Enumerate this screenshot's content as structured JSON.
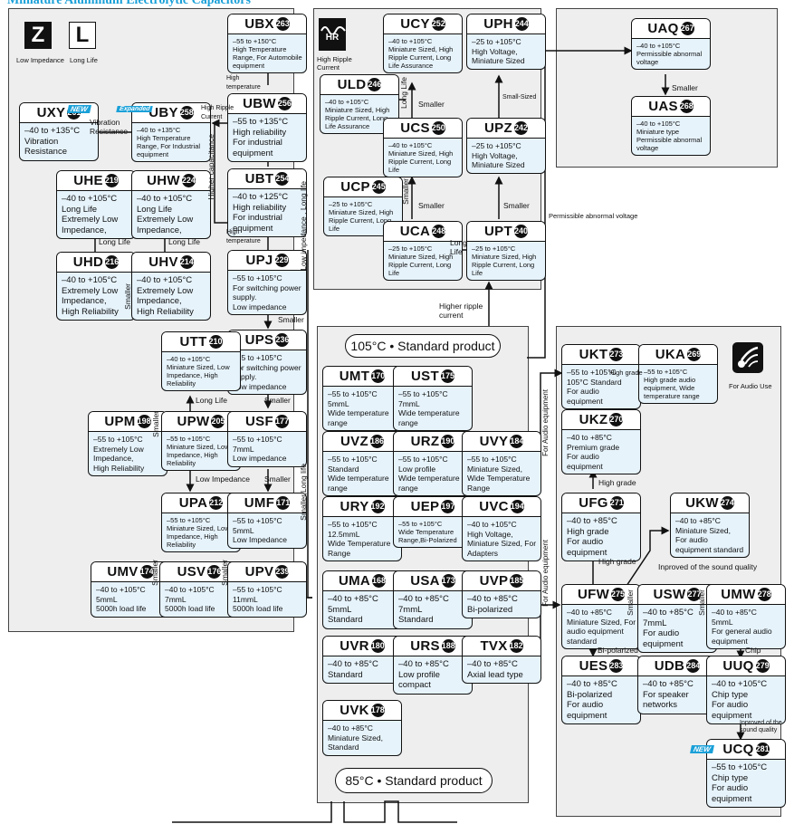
{
  "title": "Miniature Aluminum Electrolytic Capacitors",
  "icons": {
    "low_impedance": {
      "glyph": "Z",
      "caption": "Low Impedance"
    },
    "long_life": {
      "glyph": "L",
      "caption": "Long Life"
    },
    "high_ripple": {
      "glyph": "HR",
      "caption": "High Ripple\nCurrent"
    },
    "audio": {
      "caption": "For Audio Use"
    }
  },
  "pills": {
    "s105": "105°C • Standard product",
    "s85": "85°C • Standard product"
  },
  "badges": {
    "new": "NEW",
    "expanded": "Expanded"
  },
  "nodes": [
    {
      "id": "UBX",
      "name": "UBX",
      "page": "263",
      "text": "–55 to +150°C\nHigh Temperature Range, For Automobile equipment",
      "size": "sm"
    },
    {
      "id": "UBW",
      "name": "UBW",
      "page": "256",
      "text": "–55 to +135°C\nHigh reliability\nFor industrial equipment"
    },
    {
      "id": "UBY",
      "name": "UBY",
      "page": "258",
      "text": "–40 to +135°C\nHigh Temperature Range, For Industrial equipment",
      "size": "sm"
    },
    {
      "id": "UXY",
      "name": "UXY",
      "page": "261",
      "text": "–40 to +135°C\nVibration Resistance"
    },
    {
      "id": "UBT",
      "name": "UBT",
      "page": "254",
      "text": "–40 to +125°C\nHigh reliability\nFor industrial equipment"
    },
    {
      "id": "UHE",
      "name": "UHE",
      "page": "219",
      "text": "–40 to +105°C\nLong Life\nExtremely Low Impedance,"
    },
    {
      "id": "UHW",
      "name": "UHW",
      "page": "224",
      "text": "–40 to +105°C\nLong Life\nExtremely Low Impedance,"
    },
    {
      "id": "UHD",
      "name": "UHD",
      "page": "216",
      "text": "–40 to +105°C\nExtremely Low Impedance,\nHigh Reliability"
    },
    {
      "id": "UHV",
      "name": "UHV",
      "page": "214",
      "text": "–40 to +105°C\nExtremely Low Impedance,\nHigh Reliability"
    },
    {
      "id": "UPJ",
      "name": "UPJ",
      "page": "229",
      "text": "–55 to +105°C\nFor switching power supply.\nLow impedance",
      "size": "md"
    },
    {
      "id": "UPS",
      "name": "UPS",
      "page": "236",
      "text": "–55 to +105°C\nFor switching power supply.\nLow impedance",
      "size": "md"
    },
    {
      "id": "UTT",
      "name": "UTT",
      "page": "210",
      "text": "–40 to +105°C\nMiniature Sized, Low Impedance, High Reliability",
      "size": "sm"
    },
    {
      "id": "UPM",
      "name": "UPM",
      "page": "198",
      "text": "–55 to +105°C\nExtremely Low Impedance,\nHigh Reliability",
      "size": "md"
    },
    {
      "id": "UPW",
      "name": "UPW",
      "page": "205",
      "text": "–55 to +105°C\nMiniature Sized, Low Impedance, High Reliability",
      "size": "sm"
    },
    {
      "id": "USF",
      "name": "USF",
      "page": "177",
      "text": "–55 to +105°C\n7mmL\nLow impedance",
      "size": "md"
    },
    {
      "id": "UPA",
      "name": "UPA",
      "page": "212",
      "text": "–55 to +105°C\nMiniature Sized, Low Impedance, High Reliability",
      "size": "sm"
    },
    {
      "id": "UMF",
      "name": "UMF",
      "page": "171",
      "text": "–55 to +105°C\n5mmL\nLow Impedance",
      "size": "md"
    },
    {
      "id": "UMV",
      "name": "UMV",
      "page": "174",
      "text": "–40 to +105°C\n5mmL\n5000h load life",
      "size": "md"
    },
    {
      "id": "USV",
      "name": "USV",
      "page": "176",
      "text": "–40 to +105°C\n7mmL\n5000h load life",
      "size": "md"
    },
    {
      "id": "UPV",
      "name": "UPV",
      "page": "239",
      "text": "–55 to +105°C\n11mmL\n5000h load life",
      "size": "md"
    },
    {
      "id": "UCY",
      "name": "UCY",
      "page": "252",
      "text": "–40 to +105°C\nMiniature Sized, High Ripple Current, Long Life Assurance",
      "size": "sm"
    },
    {
      "id": "UPH",
      "name": "UPH",
      "page": "244",
      "text": "–25 to +105°C\nHigh Voltage,\nMiniature Sized",
      "size": "md"
    },
    {
      "id": "ULD",
      "name": "ULD",
      "page": "246",
      "text": "–40 to +105°C\nMiniature Sized, High Ripple Current, Long Life Assurance",
      "size": "sm"
    },
    {
      "id": "UCS",
      "name": "UCS",
      "page": "250",
      "text": "–40 to +105°C\nMiniature Sized, High Ripple Current, Long Life",
      "size": "sm"
    },
    {
      "id": "UPZ",
      "name": "UPZ",
      "page": "242",
      "text": "–25 to +105°C\nHigh Voltage,\nMiniature Sized",
      "size": "md"
    },
    {
      "id": "UCP",
      "name": "UCP",
      "page": "245",
      "text": "–25 to +105°C\nMiniature Sized, High Ripple Current, Long Life",
      "size": "sm"
    },
    {
      "id": "UCA",
      "name": "UCA",
      "page": "248",
      "text": "–25 to +105°C\nMiniature Sized, High Ripple Current, Long Life",
      "size": "sm"
    },
    {
      "id": "UPT",
      "name": "UPT",
      "page": "240",
      "text": "–25 to +105°C\nMiniature Sized, High Ripple Current, Long Life",
      "size": "sm"
    },
    {
      "id": "UAQ",
      "name": "UAQ",
      "page": "267",
      "text": "–40 to +105°C\nPermissible abnormal voltage",
      "size": "sm"
    },
    {
      "id": "UAS",
      "name": "UAS",
      "page": "268",
      "text": "–40 to +105°C\nMiniature type\nPermissible abnormal voltage",
      "size": "sm"
    },
    {
      "id": "UMT",
      "name": "UMT",
      "page": "170",
      "text": "–55 to +105°C\n5mmL\nWide temperature range",
      "size": "md"
    },
    {
      "id": "UST",
      "name": "UST",
      "page": "175",
      "text": "–55 to +105°C\n7mmL\nWide temperature range",
      "size": "md"
    },
    {
      "id": "UVZ",
      "name": "UVZ",
      "page": "186",
      "text": "–55 to +105°C\nStandard\nWide temperature range",
      "size": "md"
    },
    {
      "id": "URZ",
      "name": "URZ",
      "page": "190",
      "text": "–55 to +105°C\nLow profile\nWide temperature range",
      "size": "md"
    },
    {
      "id": "UVY",
      "name": "UVY",
      "page": "184",
      "text": "–55 to +105°C\nMiniature Sized, Wide Temperature Range",
      "size": "md"
    },
    {
      "id": "URY",
      "name": "URY",
      "page": "192",
      "text": "–55 to +105°C\n12.5mmL\nWide Temperature Range",
      "size": "md"
    },
    {
      "id": "UEP",
      "name": "UEP",
      "page": "197",
      "text": "–55 to +105°C\nWide Temperature Range,Bi-Polarized",
      "size": "sm"
    },
    {
      "id": "UVC",
      "name": "UVC",
      "page": "194",
      "text": "–40 to +105°C\nHigh Voltage,\nMiniature Sized, For Adapters",
      "size": "md"
    },
    {
      "id": "UMA",
      "name": "UMA",
      "page": "168",
      "text": "–40 to +85°C\n5mmL\nStandard"
    },
    {
      "id": "USA",
      "name": "USA",
      "page": "173",
      "text": "–40 to +85°C\n7mmL\nStandard"
    },
    {
      "id": "UVP",
      "name": "UVP",
      "page": "185",
      "text": "–40 to +85°C\nBi-polarized"
    },
    {
      "id": "UVR",
      "name": "UVR",
      "page": "180",
      "text": "–40 to +85°C\nStandard"
    },
    {
      "id": "URS",
      "name": "URS",
      "page": "188",
      "text": "–40 to +85°C\nLow profile compact"
    },
    {
      "id": "TVX",
      "name": "TVX",
      "page": "182",
      "text": "–40 to +85°C\nAxial lead type"
    },
    {
      "id": "UVK",
      "name": "UVK",
      "page": "178",
      "text": "–40 to +85°C\nMiniature Sized, Standard",
      "size": "md"
    },
    {
      "id": "UKT",
      "name": "UKT",
      "page": "273",
      "text": "–55 to +105°C\n105°C Standard\nFor audio equipment",
      "size": "md"
    },
    {
      "id": "UKA",
      "name": "UKA",
      "page": "269",
      "text": "–55 to +105°C\nHigh grade audio equipment, Wide temperature range",
      "size": "sm"
    },
    {
      "id": "UKZ",
      "name": "UKZ",
      "page": "270",
      "text": "–40 to +85°C\nPremium grade\nFor audio equipment",
      "size": "md"
    },
    {
      "id": "UFG",
      "name": "UFG",
      "page": "271",
      "text": "–40 to +85°C\nHigh grade\nFor audio equipment"
    },
    {
      "id": "UKW",
      "name": "UKW",
      "page": "274",
      "text": "–40 to +85°C\nMiniature Sized,\nFor audio equipment standard",
      "size": "md"
    },
    {
      "id": "UFW",
      "name": "UFW",
      "page": "275",
      "text": "–40 to +85°C\nMiniature Sized, For audio equipment standard",
      "size": "md"
    },
    {
      "id": "USW",
      "name": "USW",
      "page": "277",
      "text": "–40 to +85°C\n7mmL\nFor audio equipment"
    },
    {
      "id": "UMW",
      "name": "UMW",
      "page": "278",
      "text": "–40 to +85°C\n5mmL\nFor general audio equipment",
      "size": "md"
    },
    {
      "id": "UES",
      "name": "UES",
      "page": "283",
      "text": "–40 to +85°C\nBi-polarized\nFor audio equipment"
    },
    {
      "id": "UDB",
      "name": "UDB",
      "page": "284",
      "text": "–40 to +85°C\nFor speaker networks"
    },
    {
      "id": "UUQ",
      "name": "UUQ",
      "page": "279",
      "text": "–40 to +105°C\nChip type\nFor audio equipment"
    },
    {
      "id": "UCQ",
      "name": "UCQ",
      "page": "281",
      "text": "–55 to +105°C\nChip type\nFor audio equipment"
    }
  ],
  "labels": {
    "vib_res": "Vibration\nResistance",
    "high_ripple_current": "High Ripple\nCurrent",
    "high_temperature_1": "High\ntemperature",
    "high_temperature_2": "High\ntemperature",
    "higher_capacitance": "Higher capacitance",
    "low_impedance_long_life": "Low impedance , Long life",
    "long_life_1": "Long Life",
    "long_life_2": "Long Life",
    "smaller_uhv": "Smaller",
    "smaller_upj": "Smaller",
    "long_life_utt": "Long Life",
    "smaller_upm": "Smaller",
    "smaller_ups": "Smaller",
    "low_impedance": "Low Impedance",
    "smaller_usf": "Smaller",
    "smaller_long_life": "Smaller,Long life",
    "smaller_umv": "Smaller",
    "smaller_usv": "Smaller",
    "long_life_ucy": "Long Life",
    "smaller_ucy": "Smaller",
    "small_sized": "Small-Sized",
    "smaller_ucp": "Smaller",
    "smaller_uca": "Smaller",
    "smaller_upz": "Smaller",
    "long_life_uca": "Long\nLife",
    "permissible": "Permissible abnormal voltage",
    "higher_ripple": "Higher ripple\ncurrent",
    "smaller_uaq": "Smaller",
    "for_audio_1": "For Audio equipment",
    "for_audio_2": "For Audio equipment",
    "high_grade_1": "High grade",
    "high_grade_2": "High grade",
    "high_grade_3": "High grade",
    "improved": "Inproved of the sound quality",
    "smaller_ufw": "Smaller",
    "smaller_usw": "Smaller",
    "bi_polarized": "Bi-polarized",
    "chip": "Chip",
    "improved_2": "Inproved of the\nsound quality"
  }
}
